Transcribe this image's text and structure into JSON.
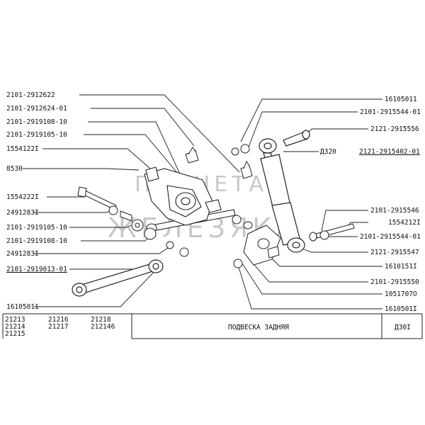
{
  "left_labels": [
    "2101-2912622",
    "2101-2912624-01",
    "2101-2919108-10",
    "2101-2919105-10",
    "1554122I",
    "8530",
    "1554222I",
    "2491283I",
    "2101-2919105-10",
    "2101-2919108-10",
    "2491283I",
    "2101-2919013-01",
    "16105011"
  ],
  "right_labels": [
    "16105011",
    "2101-2915544-01",
    "2121-2915556",
    "2121-2915402-01",
    "2101-2915546",
    "1554212I",
    "2101-2915544-01",
    "2121-2915547",
    "1610151I",
    "2101-2915550",
    "1051707O",
    "1610501I"
  ],
  "inline_label": "Д320",
  "models": {
    "col1": [
      "21213",
      "21214",
      "21215"
    ],
    "col2": [
      "21216",
      "21217"
    ],
    "col3": [
      "21218",
      "212146"
    ]
  },
  "title": "ПОДВЕСКА  ЗАДНЯЯ",
  "page_code": "Д30I",
  "watermark": {
    "line1": "ПЛАНЕТА",
    "line2": "ЖЕЛЕЗЯКА"
  }
}
